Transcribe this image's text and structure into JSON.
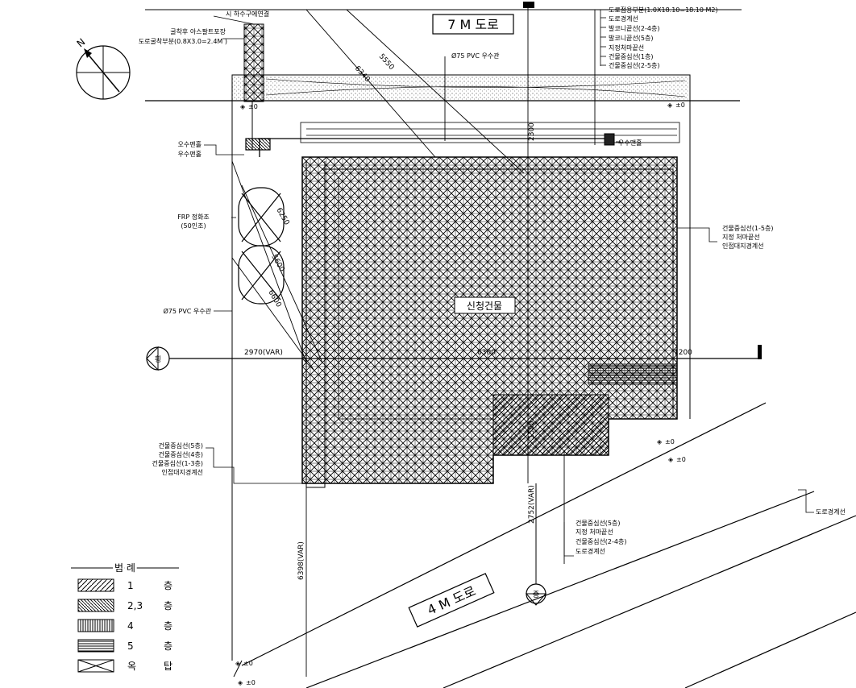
{
  "roads": {
    "north_road": "7 M 도로",
    "south_road": "4 M 도로"
  },
  "top_left_notes": {
    "sewer_join": "시 하수구에연결",
    "restore_line1": "굴착후 아스팔트포장",
    "restore_line2": "도로굴착부분(0.8X3.0=2.4M )"
  },
  "top_right_legend": [
    "도로점용부분(1.0X18.10=18.10 M2)",
    "도로경계선",
    "발코니끝선(2-4층)",
    "발코니끝선(5층)",
    "지정처마끝선",
    "건물중심선(1층)",
    "건물중심선(2-5층)"
  ],
  "right_labels": {
    "rain_manhole_right": "우수맨홀",
    "bldg_center_1_5": "건물중심선(1-5층)",
    "eave_line": "지정 처마끝선",
    "adjacent_boundary": "인접대지경계선",
    "road_boundary_right": "도로경계선"
  },
  "left_labels": {
    "sewage_manhole": "오수맨홀",
    "rain_manhole": "우수맨홀",
    "septic_line1": "FRP 정화조",
    "septic_line2": "(50인조)",
    "pvc_left": "Ø75 PVC 우수관",
    "pvc_top": "Ø75 PVC 우수관"
  },
  "bottom_left_labels": [
    "건물중심선(5층)",
    "건물중심선(4층)",
    "건물중심선(1-3층)",
    "인접대지경계선"
  ],
  "bottom_mid_labels": [
    "건물중심선(5층)",
    "지정 처마끝선",
    "건물중심선(2-4층)",
    "도로경계선"
  ],
  "building_name": "신청건물",
  "dimensions": {
    "d5550": "5550",
    "d6340": "6340",
    "d2300": "2300",
    "d6250": "6250",
    "d5600": "5600",
    "d6600": "6600",
    "d2970": "2970(VAR)",
    "d6300": "6300",
    "d1200": "1200",
    "d1500": "1500",
    "d2752": "2752(VAR)",
    "d6398": "6398(VAR)"
  },
  "section_markers": {
    "horizontal": "횡",
    "vertical": "종"
  },
  "elevation_marks": [
    "±0",
    "±0",
    "±0",
    "±0",
    "±0",
    "±0"
  ],
  "legend": {
    "title": "범 례",
    "items": [
      {
        "num": "1",
        "unit": "층",
        "pattern": "diag1"
      },
      {
        "num": "2,3",
        "unit": "층",
        "pattern": "diag2"
      },
      {
        "num": "4",
        "unit": "층",
        "pattern": "vert"
      },
      {
        "num": "5",
        "unit": "층",
        "pattern": "horiz"
      },
      {
        "num": "옥",
        "unit": "탑",
        "pattern": "xbox"
      }
    ]
  },
  "north_arrow": "N"
}
